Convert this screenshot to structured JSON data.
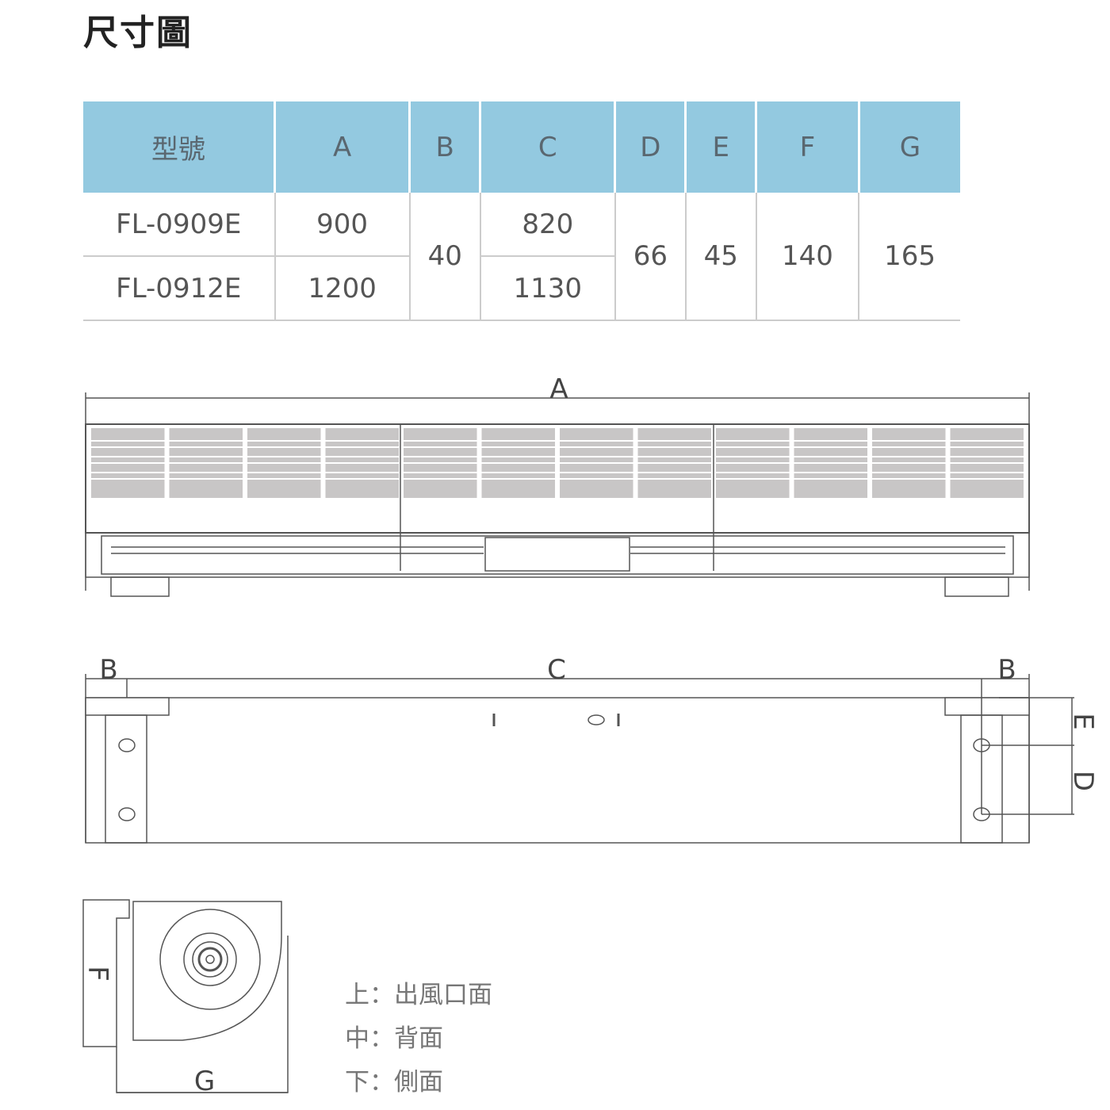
{
  "title": "尺寸圖",
  "table": {
    "headers": [
      "型號",
      "A",
      "B",
      "C",
      "D",
      "E",
      "F",
      "G"
    ],
    "rows": [
      {
        "model": "FL-0909E",
        "A": "900",
        "C": "820"
      },
      {
        "model": "FL-0912E",
        "A": "1200",
        "C": "1130"
      }
    ],
    "shared": {
      "B": "40",
      "D": "66",
      "E": "45",
      "F": "140",
      "G": "165"
    }
  },
  "drawings": {
    "front_label_A": "A",
    "back_label_B_left": "B",
    "back_label_C": "C",
    "back_label_B_right": "B",
    "back_label_E": "E",
    "back_label_D": "D",
    "side_label_F": "F",
    "side_label_G": "G"
  },
  "legend": [
    {
      "pos": "上",
      "sep": "：",
      "text": "出風口面"
    },
    {
      "pos": "中",
      "sep": "：",
      "text": "背面"
    },
    {
      "pos": "下",
      "sep": "：",
      "text": "側面"
    }
  ],
  "colors": {
    "header": "#93c9e0",
    "grille": "#c8c6c6"
  }
}
